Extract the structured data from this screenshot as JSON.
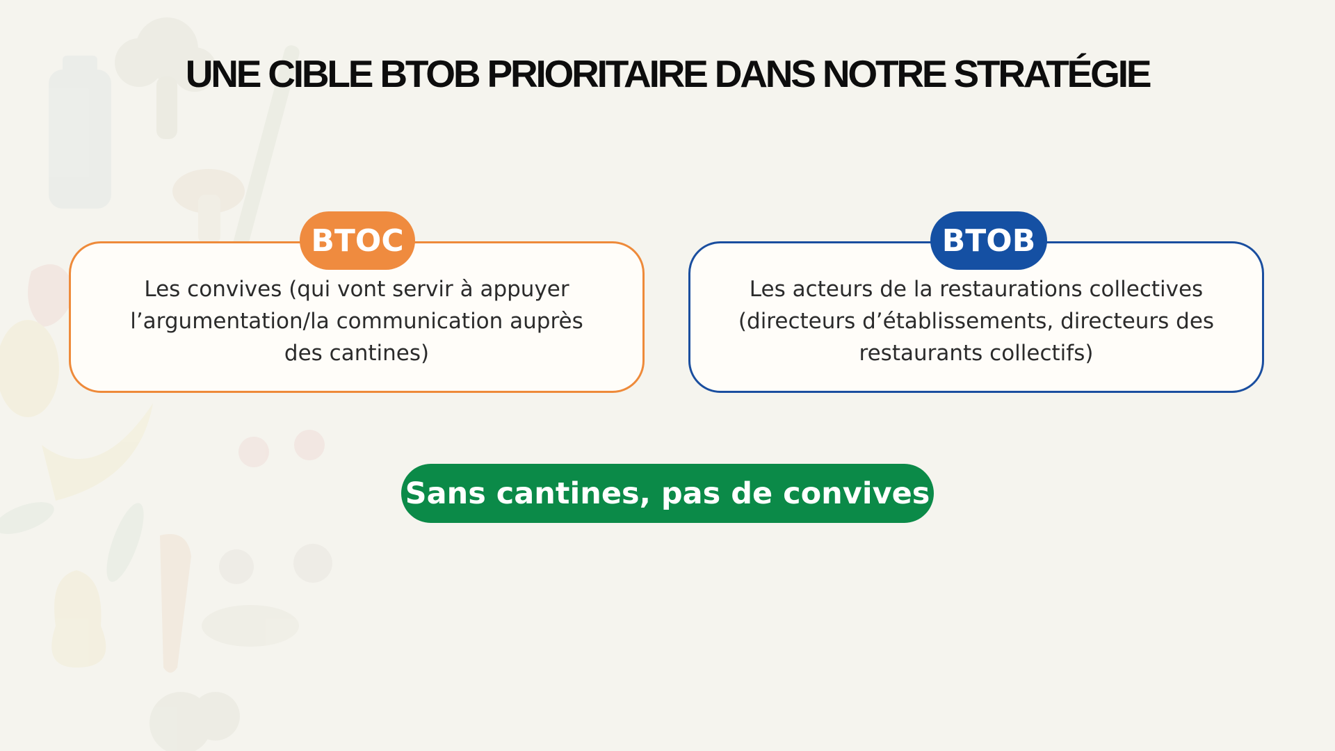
{
  "slide": {
    "title": "UNE CIBLE BTOB PRIORITAIRE DANS NOTRE STRATÉGIE",
    "background_color": "#f5f4ee",
    "background_art": "faded-vegetable-illustrations"
  },
  "cards": [
    {
      "badge": "BTOC",
      "badge_color": "#ef8b3f",
      "border_color": "#ee8a3a",
      "text": "Les convives (qui vont servir à appuyer l’argumentation/la communication auprès des cantines)"
    },
    {
      "badge": "BTOB",
      "badge_color": "#1550a3",
      "border_color": "#1a4e9f",
      "text": "Les acteurs de la restaurations collectives (directeurs d’établissements, directeurs des restaurants collectifs)"
    }
  ],
  "tagline": {
    "text": "Sans cantines, pas de convives",
    "color": "#0b8a48"
  }
}
